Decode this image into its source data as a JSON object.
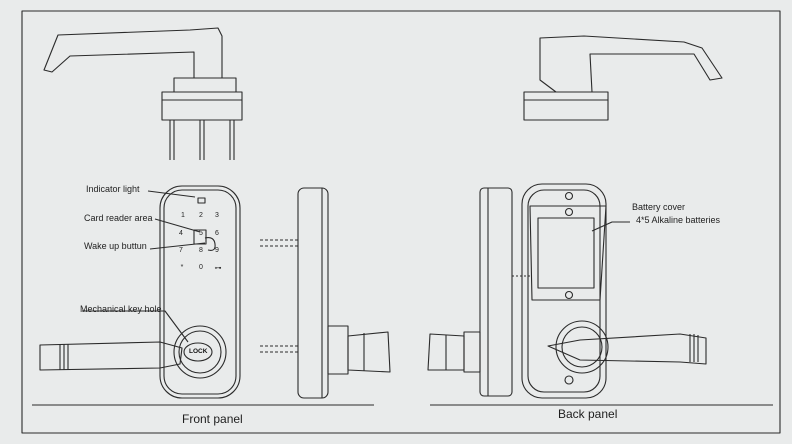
{
  "callouts": {
    "indicator_light": "Indicator light",
    "card_reader_area": "Card reader area",
    "wake_up_button": "Wake up buttun",
    "mechanical_key_hole": "Mechanical key hole",
    "battery_cover": "Battery cover",
    "battery_spec": "4*5 Alkaline batteries"
  },
  "keypad": {
    "keys": [
      "1",
      "2",
      "3",
      "4",
      "5",
      "6",
      "7",
      "8",
      "9",
      "*",
      "0",
      "⊶"
    ]
  },
  "lock_label": "LOCK",
  "captions": {
    "front": "Front panel",
    "back": "Back panel"
  },
  "colors": {
    "paper": "#e9ebeb",
    "ink": "#2b2b2b"
  }
}
